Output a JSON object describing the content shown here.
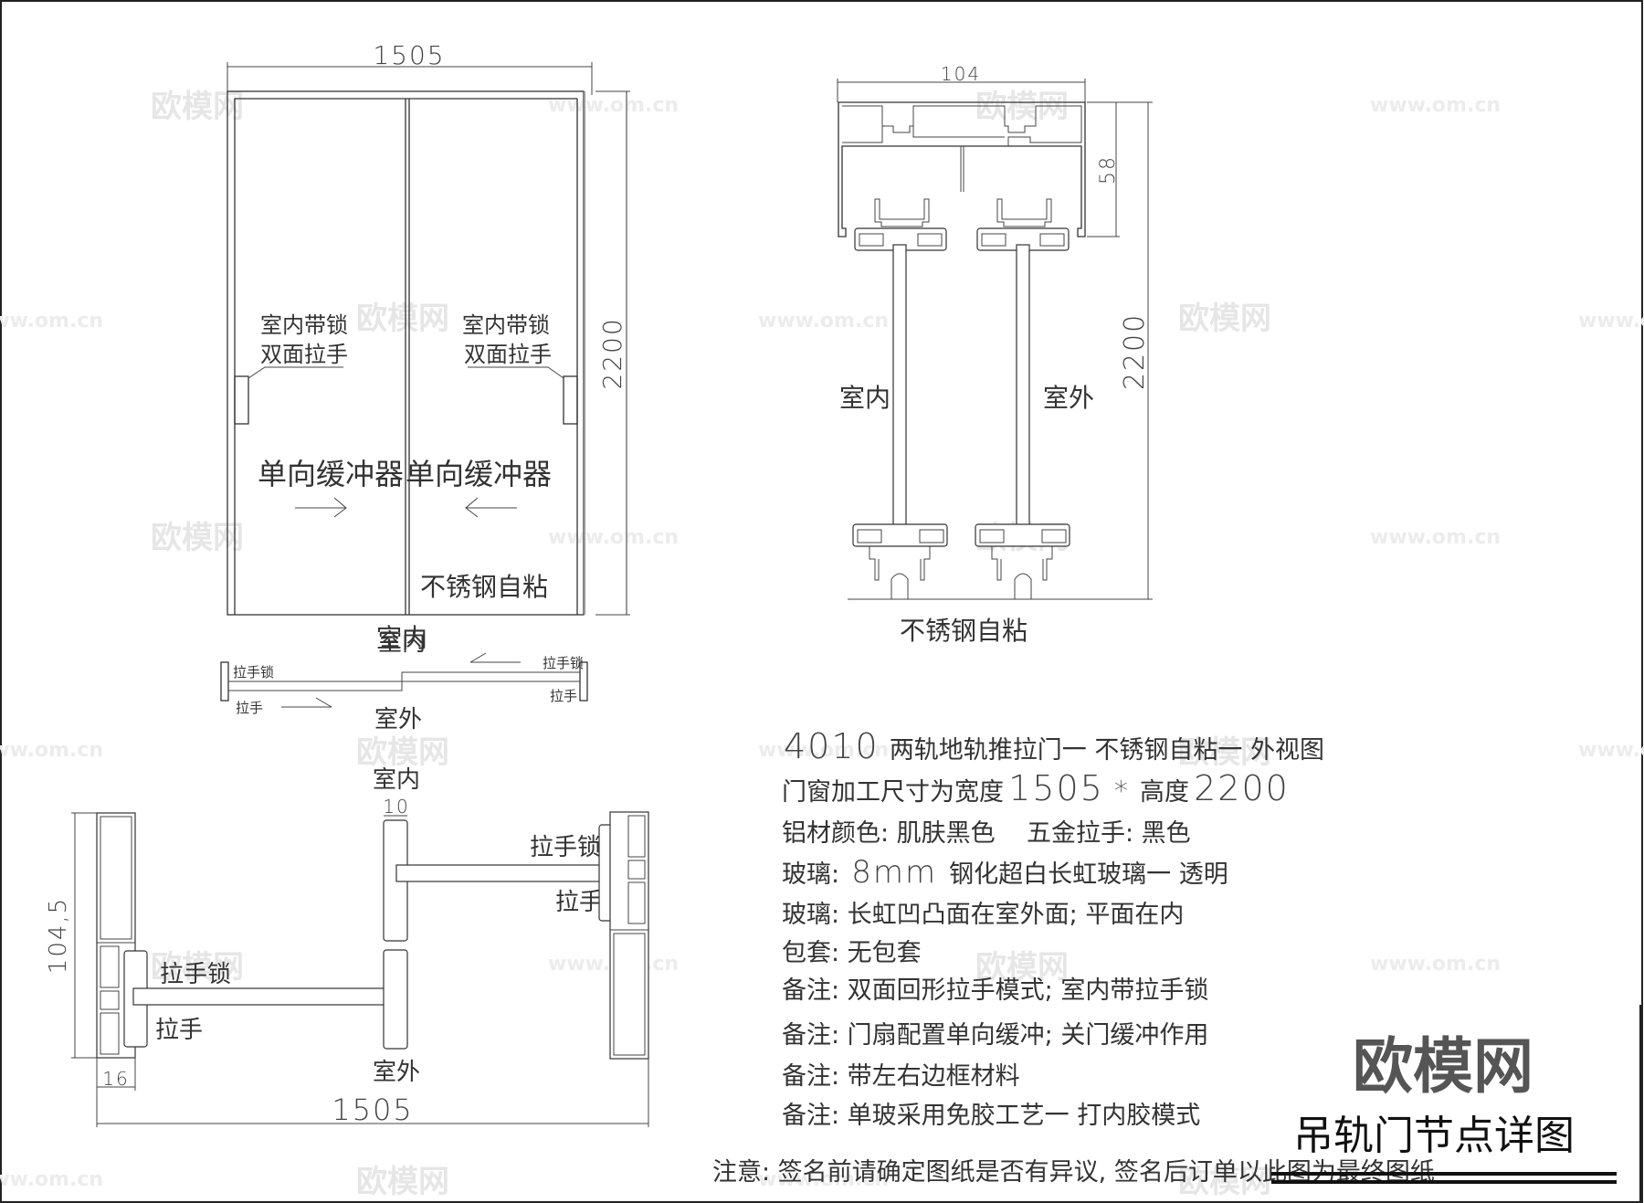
{
  "drawing": {
    "title": "吊轨门节点详图",
    "brand": "欧模网",
    "watermark_text": "欧模网",
    "watermark_url": "www.om.cn"
  },
  "elevation": {
    "width_dim": "1505",
    "height_dim": "2200",
    "left_handle_label": [
      "室内带锁",
      "双面拉手"
    ],
    "right_handle_label": [
      "室内带锁",
      "双面拉手"
    ],
    "left_damper": "单向缓冲器",
    "right_damper": "单向缓冲器",
    "floor_label": "不锈钢自粘",
    "below_label": "室内"
  },
  "plan_sketch": {
    "top_label": "室内",
    "bottom_label": "室外",
    "left_top": "拉手锁",
    "left_bottom": "拉手",
    "right_top": "拉手锁",
    "right_bottom": "拉手"
  },
  "section_vertical": {
    "width_dim": "104",
    "head_dim": "58",
    "height_dim": "2200",
    "left_label": "室内",
    "right_label": "室外",
    "floor_label": "不锈钢自粘"
  },
  "section_plan": {
    "top_label": "室内",
    "bottom_label": "室外",
    "mullion_dim": "10",
    "frame_depth_dim": "104,5",
    "frame_width_dim": "16",
    "overall_dim": "1505",
    "left_lock": "拉手锁",
    "left_handle": "拉手",
    "right_lock": "拉手锁",
    "right_handle": "拉手"
  },
  "spec": {
    "line1_code": "4010",
    "line1_text": "两轨地轨推拉门一 不锈钢自粘一 外视图",
    "line2_prefix": "门窗加工尺寸为宽度",
    "line2_width": "1505",
    "line2_sep": "*",
    "line2_mid": "高度",
    "line2_height": "2200",
    "line3_a": "铝材颜色: 肌肤黑色",
    "line3_b": "五金拉手: 黑色",
    "line4_prefix": "玻璃:",
    "line4_size": "8mm",
    "line4_text": "钢化超白长虹玻璃一 透明",
    "line5": "玻璃: 长虹凹凸面在室外面; 平面在内",
    "line6": "包套: 无包套",
    "line7": "备注: 双面回形拉手模式; 室内带拉手锁",
    "line8": "备注: 门扇配置单向缓冲; 关门缓冲作用",
    "line9": "备注: 带左右边框材料",
    "line10": "备注: 单玻采用免胶工艺一 打内胶模式",
    "footer_note": "注意: 签名前请确定图纸是否有异议, 签名后订单以此图为最终图纸"
  }
}
